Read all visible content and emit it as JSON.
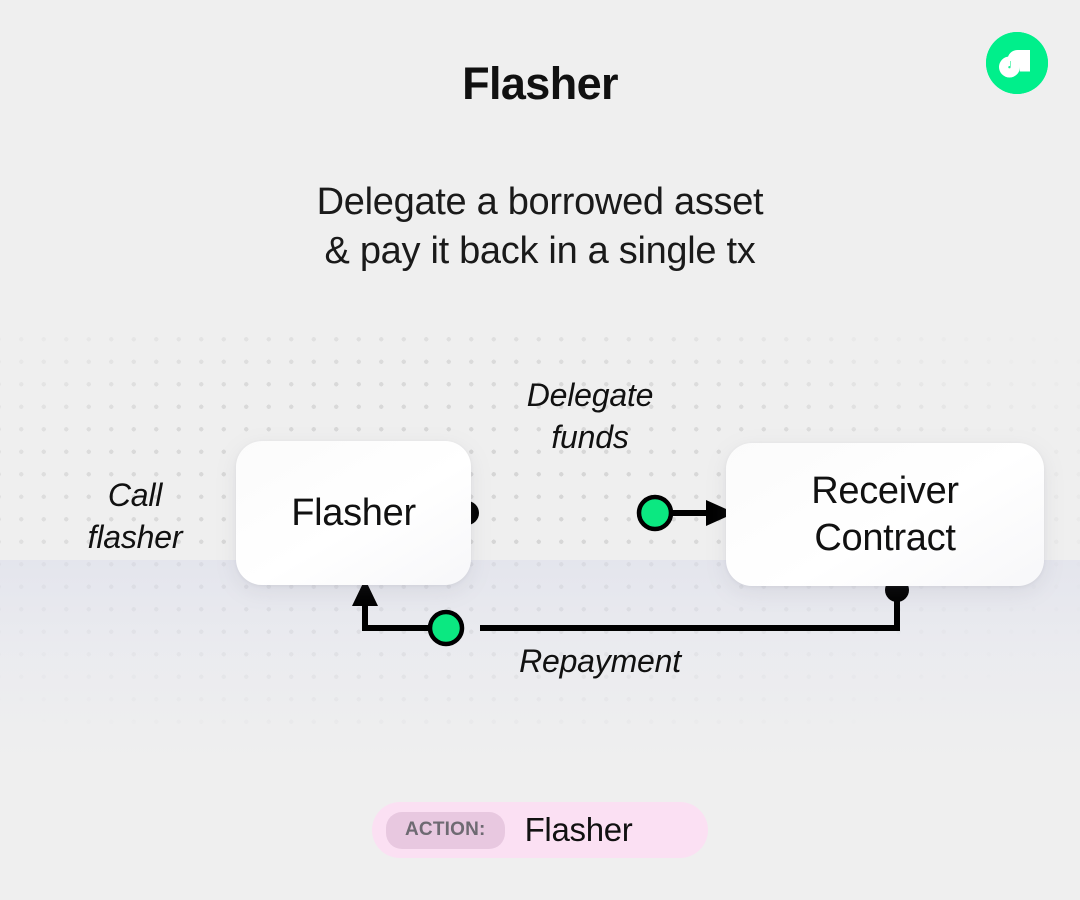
{
  "header": {
    "title": "Flasher",
    "logo_icon": "flow-logo-icon",
    "logo_color": "#00EF8B"
  },
  "subtitle": {
    "line1": "Delegate a borrowed asset",
    "line2": "& pay it back in a single tx"
  },
  "diagram": {
    "type": "flow-diagram",
    "accent_color": "#0BE881",
    "node_color": "#FFFFFF",
    "connector_color": "#000000",
    "nodes": [
      {
        "id": "flasher",
        "label": "Flasher"
      },
      {
        "id": "receiver",
        "label_line1": "Receiver",
        "label_line2": "Contract"
      }
    ],
    "edges": [
      {
        "id": "call-flasher",
        "label_line1": "Call",
        "label_line2": "flasher",
        "from": "external",
        "to": "flasher"
      },
      {
        "id": "delegate-funds",
        "label_line1": "Delegate",
        "label_line2": "funds",
        "from": "flasher",
        "to": "receiver"
      },
      {
        "id": "repayment",
        "label": "Repayment",
        "from": "receiver",
        "to": "flasher"
      }
    ]
  },
  "action_pill": {
    "tag": "ACTION:",
    "value": "Flasher",
    "background": "#FBE0F3",
    "tag_background": "#E8C8E0"
  }
}
